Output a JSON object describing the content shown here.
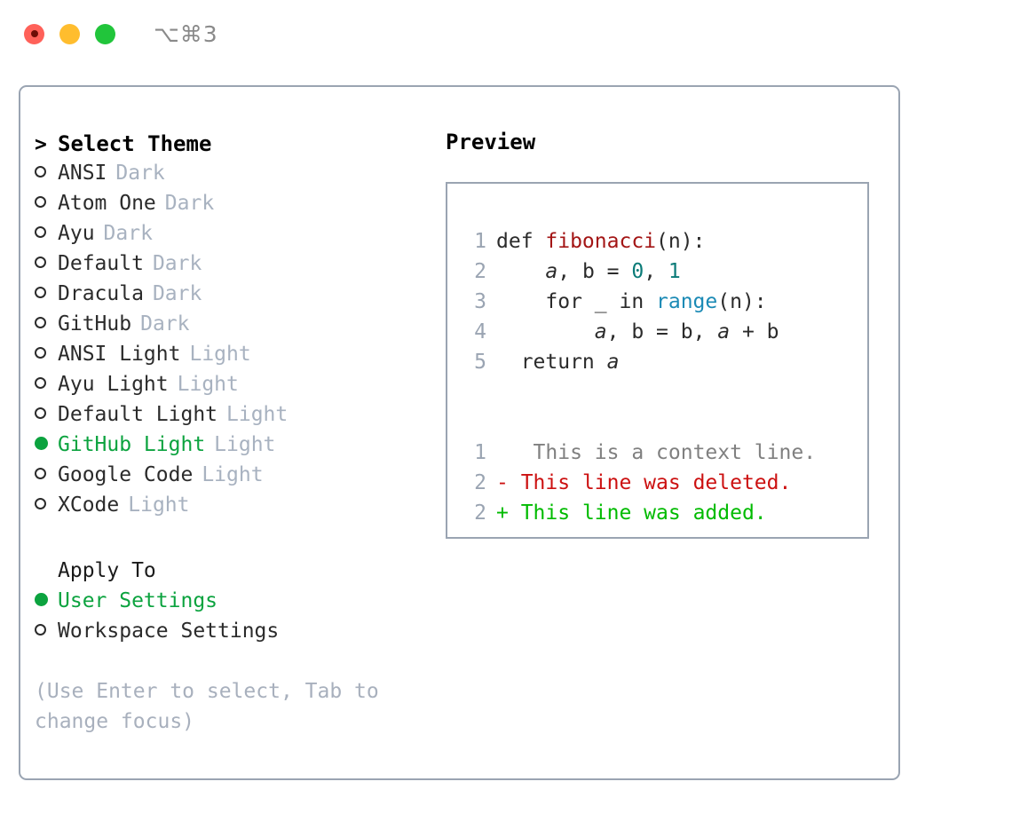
{
  "window": {
    "shortcut": "⌥⌘3",
    "traffic_lights": [
      {
        "name": "close",
        "color": "#ff6159"
      },
      {
        "name": "minimize",
        "color": "#ffbd2e"
      },
      {
        "name": "maximize",
        "color": "#21c53b"
      }
    ]
  },
  "theme_selector": {
    "header_marker": ">",
    "header_label": "Select Theme",
    "selected_color": "#0ca33f",
    "items": [
      {
        "label": "ANSI",
        "badge": "Dark",
        "selected": false
      },
      {
        "label": "Atom One",
        "badge": "Dark",
        "selected": false
      },
      {
        "label": "Ayu",
        "badge": "Dark",
        "selected": false
      },
      {
        "label": "Default",
        "badge": "Dark",
        "selected": false
      },
      {
        "label": "Dracula",
        "badge": "Dark",
        "selected": false
      },
      {
        "label": "GitHub",
        "badge": "Dark",
        "selected": false
      },
      {
        "label": "ANSI Light",
        "badge": "Light",
        "selected": false
      },
      {
        "label": "Ayu Light",
        "badge": "Light",
        "selected": false
      },
      {
        "label": "Default Light",
        "badge": "Light",
        "selected": false
      },
      {
        "label": "GitHub Light",
        "badge": "Light",
        "selected": true
      },
      {
        "label": "Google Code",
        "badge": "Light",
        "selected": false
      },
      {
        "label": "XCode",
        "badge": "Light",
        "selected": false
      }
    ]
  },
  "apply_to": {
    "heading": "Apply To",
    "items": [
      {
        "label": "User Settings",
        "selected": true
      },
      {
        "label": "Workspace Settings",
        "selected": false
      }
    ]
  },
  "hint": "(Use Enter to select, Tab to change focus)",
  "preview": {
    "title": "Preview",
    "code_lines": [
      {
        "number": "1",
        "tokens": [
          {
            "text": "def ",
            "style": "plain"
          },
          {
            "text": "fibonacci",
            "style": "fn"
          },
          {
            "text": "(n):",
            "style": "plain"
          }
        ]
      },
      {
        "number": "2",
        "tokens": [
          {
            "text": "    ",
            "style": "plain"
          },
          {
            "text": "a",
            "style": "var"
          },
          {
            "text": ", ",
            "style": "plain"
          },
          {
            "text": "b",
            "style": "plain"
          },
          {
            "text": " = ",
            "style": "plain"
          },
          {
            "text": "0",
            "style": "num"
          },
          {
            "text": ", ",
            "style": "plain"
          },
          {
            "text": "1",
            "style": "num"
          }
        ]
      },
      {
        "number": "3",
        "tokens": [
          {
            "text": "    for _ in ",
            "style": "plain"
          },
          {
            "text": "range",
            "style": "call"
          },
          {
            "text": "(n):",
            "style": "plain"
          }
        ]
      },
      {
        "number": "4",
        "tokens": [
          {
            "text": "        ",
            "style": "plain"
          },
          {
            "text": "a",
            "style": "var"
          },
          {
            "text": ", b = b, ",
            "style": "plain"
          },
          {
            "text": "a",
            "style": "var"
          },
          {
            "text": " + b",
            "style": "plain"
          }
        ]
      },
      {
        "number": "5",
        "tokens": [
          {
            "text": "  return ",
            "style": "plain"
          },
          {
            "text": "a",
            "style": "var"
          }
        ]
      }
    ],
    "diff_lines": [
      {
        "number": "1",
        "sign": " ",
        "text": "  This is a context line.",
        "kind": "context"
      },
      {
        "number": "2",
        "sign": "-",
        "text": " This line was deleted.",
        "kind": "deleted"
      },
      {
        "number": "2",
        "sign": "+",
        "text": " This line was added.",
        "kind": "added"
      }
    ],
    "colors": {
      "function": "#a31515",
      "number": "#0b7b78",
      "call": "#1b8ab5",
      "context": "#808080",
      "deleted": "#cc1111",
      "added": "#00bb00",
      "gutter": "#9aa4b2"
    }
  }
}
